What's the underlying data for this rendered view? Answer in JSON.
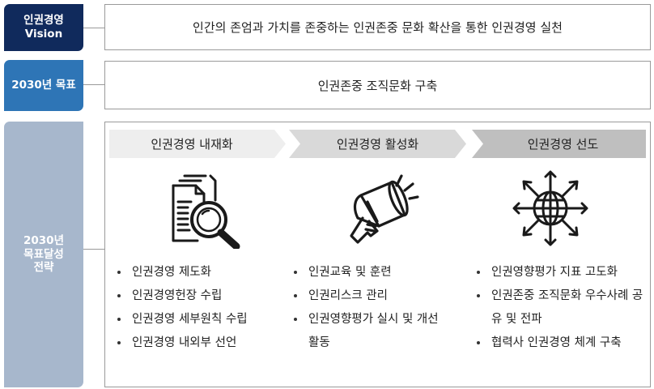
{
  "vision": {
    "label_line1": "인권경영",
    "label_line2": "Vision",
    "text": "인간의 존엄과 가치를 존중하는 인권존중 문화 확산을 통한 인권경영 실천"
  },
  "goal": {
    "label": "2030년 목표",
    "text": "인권존중 조직문화 구축"
  },
  "strategy": {
    "label_line1": "2030년",
    "label_line2": "목표달성",
    "label_line3": "전략",
    "columns": [
      {
        "title": "인권경영 내재화",
        "icon": "document-magnifier-icon",
        "items": [
          "인권경영 제도화",
          "인권경영헌장 수립",
          "인권경영 세부원칙 수립",
          "인권경영 내외부 선언"
        ]
      },
      {
        "title": "인권경영 활성화",
        "icon": "megaphone-icon",
        "items": [
          "인권교육 및 훈련",
          "인권리스크 관리",
          "인권영향평가 실시 및 개선 활동"
        ]
      },
      {
        "title": "인권경영 선도",
        "icon": "globe-arrows-icon",
        "items": [
          "인권영향평가 지표 고도화",
          "인권존중 조직문화 우수사례 공유 및 전파",
          "협력사 인권경영 체계 구축"
        ]
      }
    ]
  },
  "colors": {
    "vision_label": "#102a5c",
    "goal_label": "#2e75b6",
    "strategy_label": "#a7b7cc",
    "chevron_1": "#eeeeee",
    "chevron_2": "#d9d9d9",
    "chevron_3": "#bfbfbf",
    "border": "#9a9a9a"
  }
}
